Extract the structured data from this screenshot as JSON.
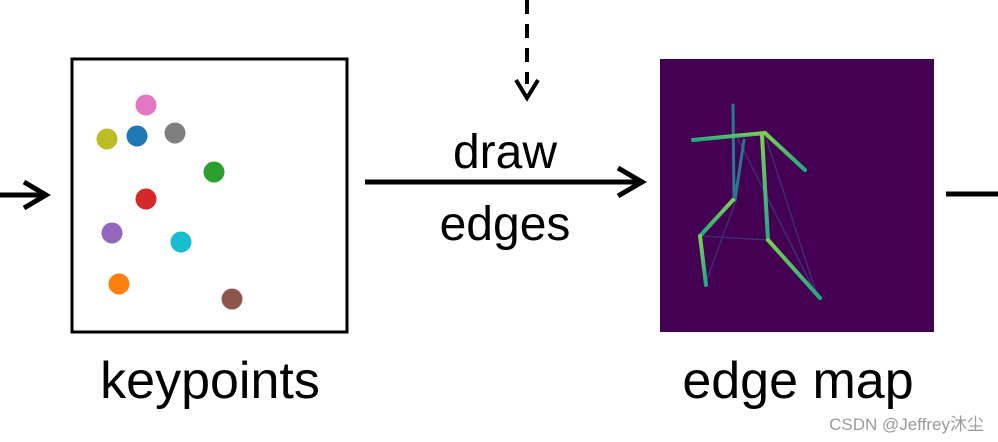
{
  "labels": {
    "keypoints": "keypoints",
    "edge_map": "edge map",
    "action_line1": "draw",
    "action_line2": "edges"
  },
  "watermark": "CSDN @Jeffrey沐尘",
  "keypoint_colors": [
    "#e377c2",
    "#bcbd22",
    "#1f77b4",
    "#7f7f7f",
    "#2ca02c",
    "#d62728",
    "#9467bd",
    "#17becf",
    "#ff7f0e",
    "#8c564b"
  ],
  "edge_map_colors": {
    "background": "#440154",
    "edge_bright": "#7ad151",
    "edge_mid": "#2a788e",
    "edge_faint": "#3b528b"
  }
}
